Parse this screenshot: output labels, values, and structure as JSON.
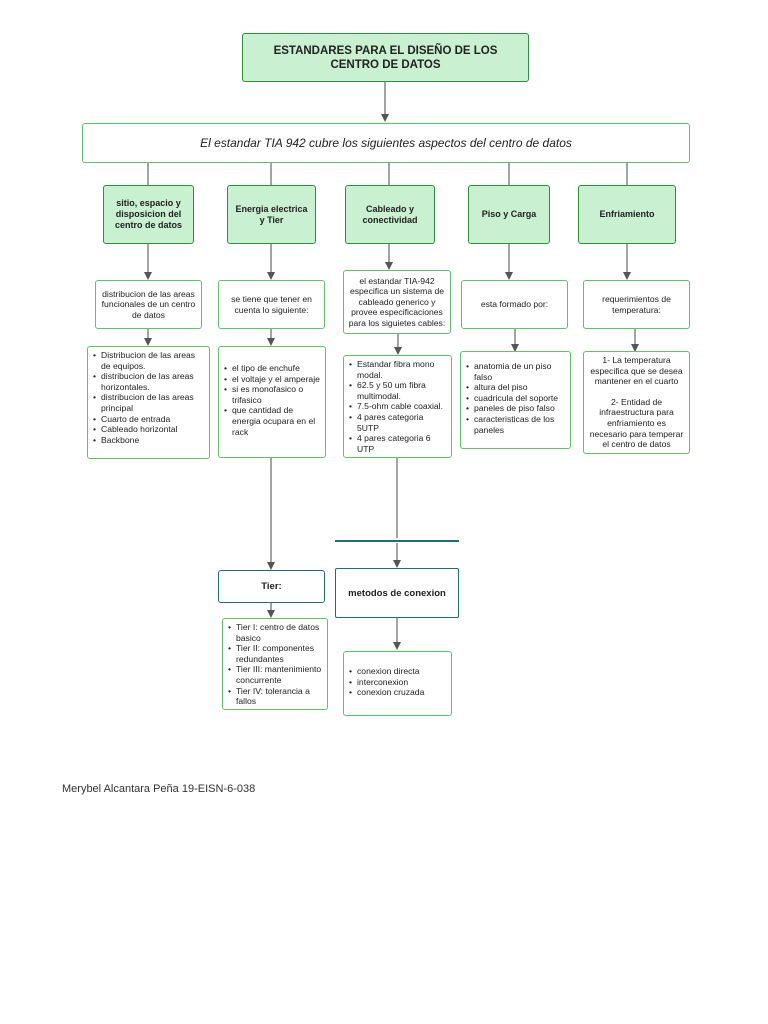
{
  "title": "ESTANDARES PARA EL DISEÑO DE LOS CENTRO DE DATOS",
  "subtitle": "El estandar TIA 942 cubre los siguientes aspectos del centro de datos",
  "columns": [
    {
      "header": "sitio, espacio y disposicion del centro de datos",
      "note": "distribucion de las areas funcionales de un centro de datos",
      "items": [
        "Distribucion de las areas de equipos.",
        "distribucion de las areas horizontales.",
        "distribucion de las areas principal",
        "Cuarto de entrada",
        "Cableado horizontal",
        "Backbone"
      ]
    },
    {
      "header": "Energia electrica y Tier",
      "note": "se tiene que tener en cuenta lo siguiente:",
      "items": [
        "el tipo de enchufe",
        "el voltaje y el amperaje",
        "si es monofasico o trifasico",
        "que cantidad de energia ocupara en el rack"
      ]
    },
    {
      "header": "Cableado y conectividad",
      "note": "el estandar TIA-942 especifica un sistema de cableado generico y provee especificaciones para los siguietes cables:",
      "items": [
        "Estandar fibra mono modal.",
        "62.5 y 50 um fibra multimodal.",
        "7.5-ohm cable coaxial.",
        "4 pares categoria 5UTP",
        "4 pares categoria 6 UTP"
      ]
    },
    {
      "header": "Piso y Carga",
      "note": "esta formado por:",
      "items": [
        "anatomia de un piso falso",
        "altura del piso",
        "cuadricula del soporte",
        "paneles de piso falso",
        "caracteristicas de los paneles"
      ]
    },
    {
      "header": "Enfriamiento",
      "note": "requerimientos de temperatura:",
      "text1": "1- La temperatura especifica que se desea mantener en el cuarto",
      "text2": "2- Entidad de infraestructura para enfriamiento es necesario para temperar el centro de datos"
    }
  ],
  "tier": {
    "header": "Tier:",
    "items": [
      "Tier I: centro de datos basico",
      "Tier II: componentes redundantes",
      "Tier III: mantenimiento concurrente",
      "Tier IV: tolerancia a fallos"
    ]
  },
  "conexion": {
    "header": "metodos de conexion",
    "items": [
      "conexion directa",
      "interconexion",
      "conexion cruzada"
    ]
  },
  "footer": "Merybel Alcantara Peña 19-EISN-6-038",
  "colors": {
    "header_fill": "#c9f0d0",
    "border": "#5cc46e",
    "dark_border": "#2e8f3e",
    "accent": "#1f6e7a",
    "connector": "#555555"
  }
}
